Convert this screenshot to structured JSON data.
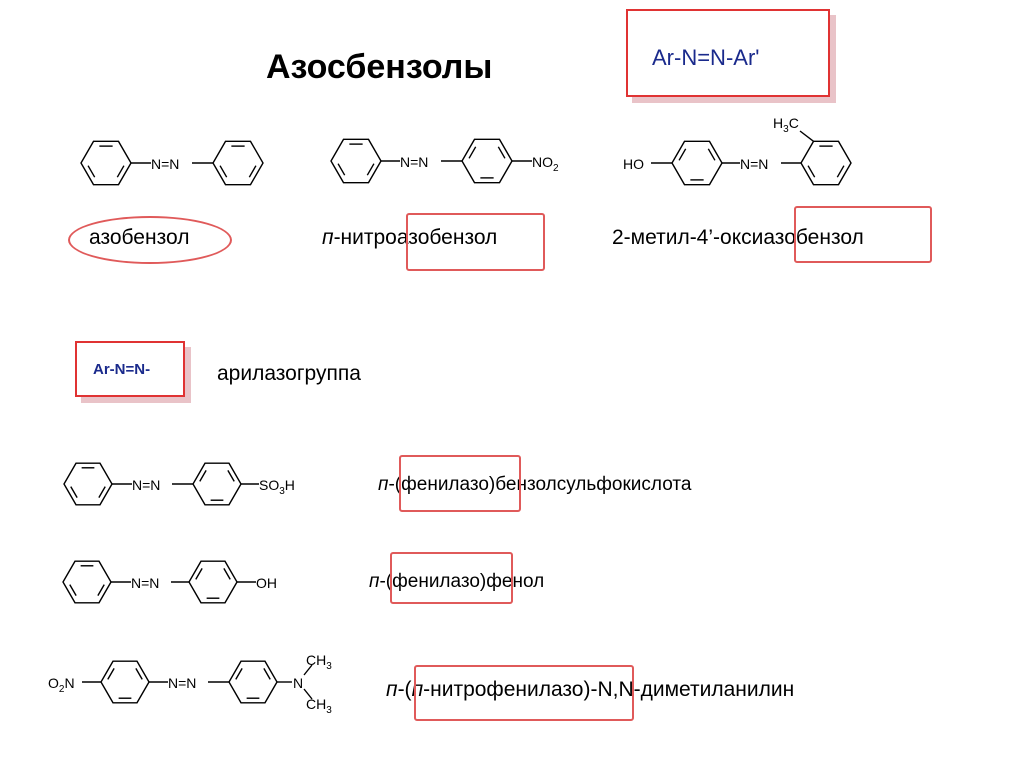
{
  "slide": {
    "title": "Азосбензолы",
    "general_formula": "Ar-N=N-Ar'",
    "aryl_group_formula": "Ar-N=N-",
    "aryl_group_name": "арилазогруппа"
  },
  "compounds": [
    {
      "name": "азобензол",
      "labels": [
        "N=N"
      ]
    },
    {
      "name_prefix": "п",
      "name_rest": "-нитроазобензол",
      "labels": [
        "N=N",
        "NO",
        "2"
      ]
    },
    {
      "name": "2-метил-4’-оксиазобензол",
      "labels": [
        "HO",
        "N=N",
        "H",
        "3",
        "C"
      ]
    },
    {
      "name_prefix": "п",
      "name_rest": "-(фенилазо)бензолсульфокислота",
      "labels": [
        "N=N",
        "SO",
        "3",
        "H"
      ]
    },
    {
      "name_prefix": "п",
      "name_rest": "-(фенилазо)фенол",
      "labels": [
        "N=N",
        "OH"
      ]
    },
    {
      "name_prefix": "п",
      "name_mid": "-(",
      "name_prefix2": "п",
      "name_rest": "-нитрофенилазо)-N,N-диметиланилин",
      "labels": [
        "O",
        "2",
        "N",
        "N=N",
        "N",
        "CH",
        "3",
        "CH",
        "3"
      ]
    }
  ],
  "colors": {
    "accent_red": "#e03333",
    "formula_blue": "#1a2a8c",
    "shadow_pink": "#e9c3c8"
  }
}
